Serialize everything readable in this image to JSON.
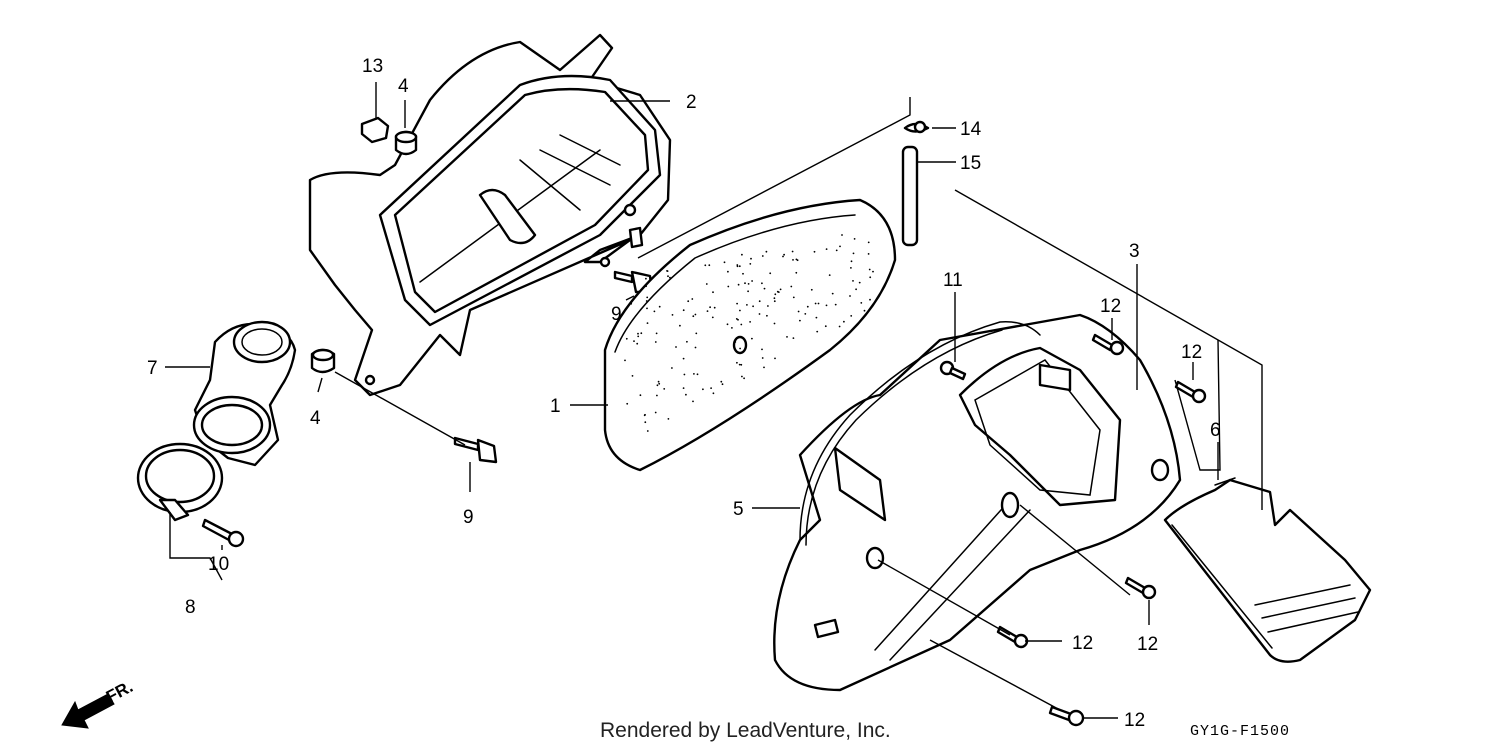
{
  "callouts": {
    "c1": "1",
    "c2": "2",
    "c3": "3",
    "c4a": "4",
    "c4b": "4",
    "c5": "5",
    "c6": "6",
    "c7": "7",
    "c8": "8",
    "c9a": "9",
    "c9b": "9",
    "c10": "10",
    "c11": "11",
    "c12a": "12",
    "c12b": "12",
    "c12c": "12",
    "c12d": "12",
    "c12e": "12",
    "c13": "13",
    "c14": "14",
    "c15": "15"
  },
  "direction_label": "FR.",
  "credit": "Rendered by LeadVenture, Inc.",
  "diagram_code": "GY1G-F1500"
}
